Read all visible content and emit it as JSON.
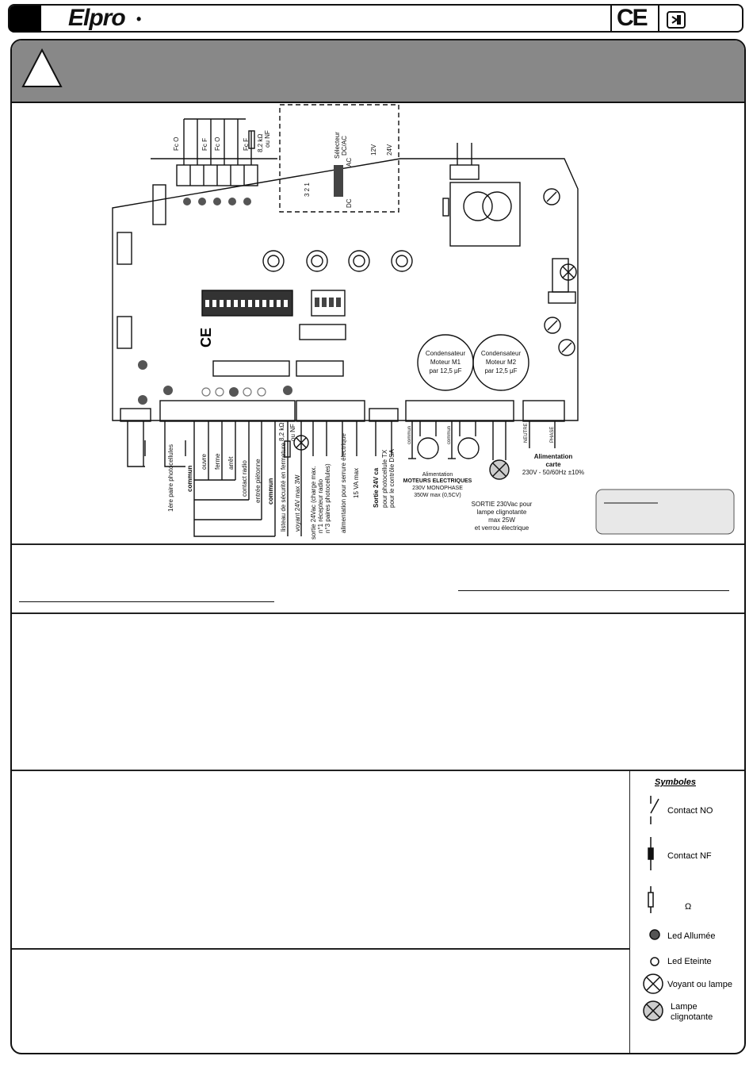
{
  "header": {
    "brand": "Elpro",
    "brand_dot": "•",
    "ce_mark": "CE"
  },
  "board": {
    "switch_labels": [
      "Fc O",
      "Fc F",
      "Fc O",
      "Fc F"
    ],
    "resistor_top": "8,2 kΩ",
    "resistor_top_sub": "ou NF",
    "selector_title": "Sélecteur",
    "selector_sub": "DC/AC",
    "selector_ac": "AC",
    "selector_dc": "DC",
    "jumper_nums": "3 2 1",
    "volt_12": "12V",
    "volt_24": "24V",
    "cap1": [
      "Condensateur",
      "Moteur M1",
      "par 12,5 μF"
    ],
    "cap2": [
      "Condensateur",
      "Moteur M2",
      "par 12,5 μF"
    ],
    "terminal_labels": [
      "1ère paire photocellules",
      "commun",
      "ouvre",
      "ferme",
      "arrêt",
      "contact radio",
      "entrée piétonne",
      "commun",
      "8,2 kΩ",
      "ou NF",
      "listeau de sécurité en fermeture",
      "voyant 24V max 3W",
      "sortie 24Vac (charge max.",
      "n°1 récepteur radio",
      "n°3 paires photocellules)",
      "alimentation pour serrure électrique",
      "15 VA max",
      "Sortie 24V ca",
      "pour photocellule TX",
      "pour le contrôle DSA"
    ],
    "commun_small": "commun",
    "motor_supply": [
      "Alimentation",
      "MOTEURS ELECTRIQUES",
      "230V MONOPHASE",
      "350W max (0,5CV)"
    ],
    "lamp_output": [
      "SORTIE 230Vac pour",
      "lampe clignotante",
      "max 25W",
      "et verrou électrique"
    ],
    "neutre": "NEUTRE",
    "phase": "PHASE",
    "board_supply": [
      "Alimentation",
      "carte",
      "230V - 50/60Hz ±10%"
    ]
  },
  "symbols": {
    "title": "Symboles",
    "no": "Contact NO",
    "nf": "Contact NF",
    "ohm": "Ω",
    "led_on": "Led Allumée",
    "led_off": "Led Eteinte",
    "lamp": "Voyant ou lampe",
    "blink": [
      "Lampe",
      "clignotante"
    ]
  },
  "colors": {
    "banner": "#888888",
    "line": "#111111"
  }
}
